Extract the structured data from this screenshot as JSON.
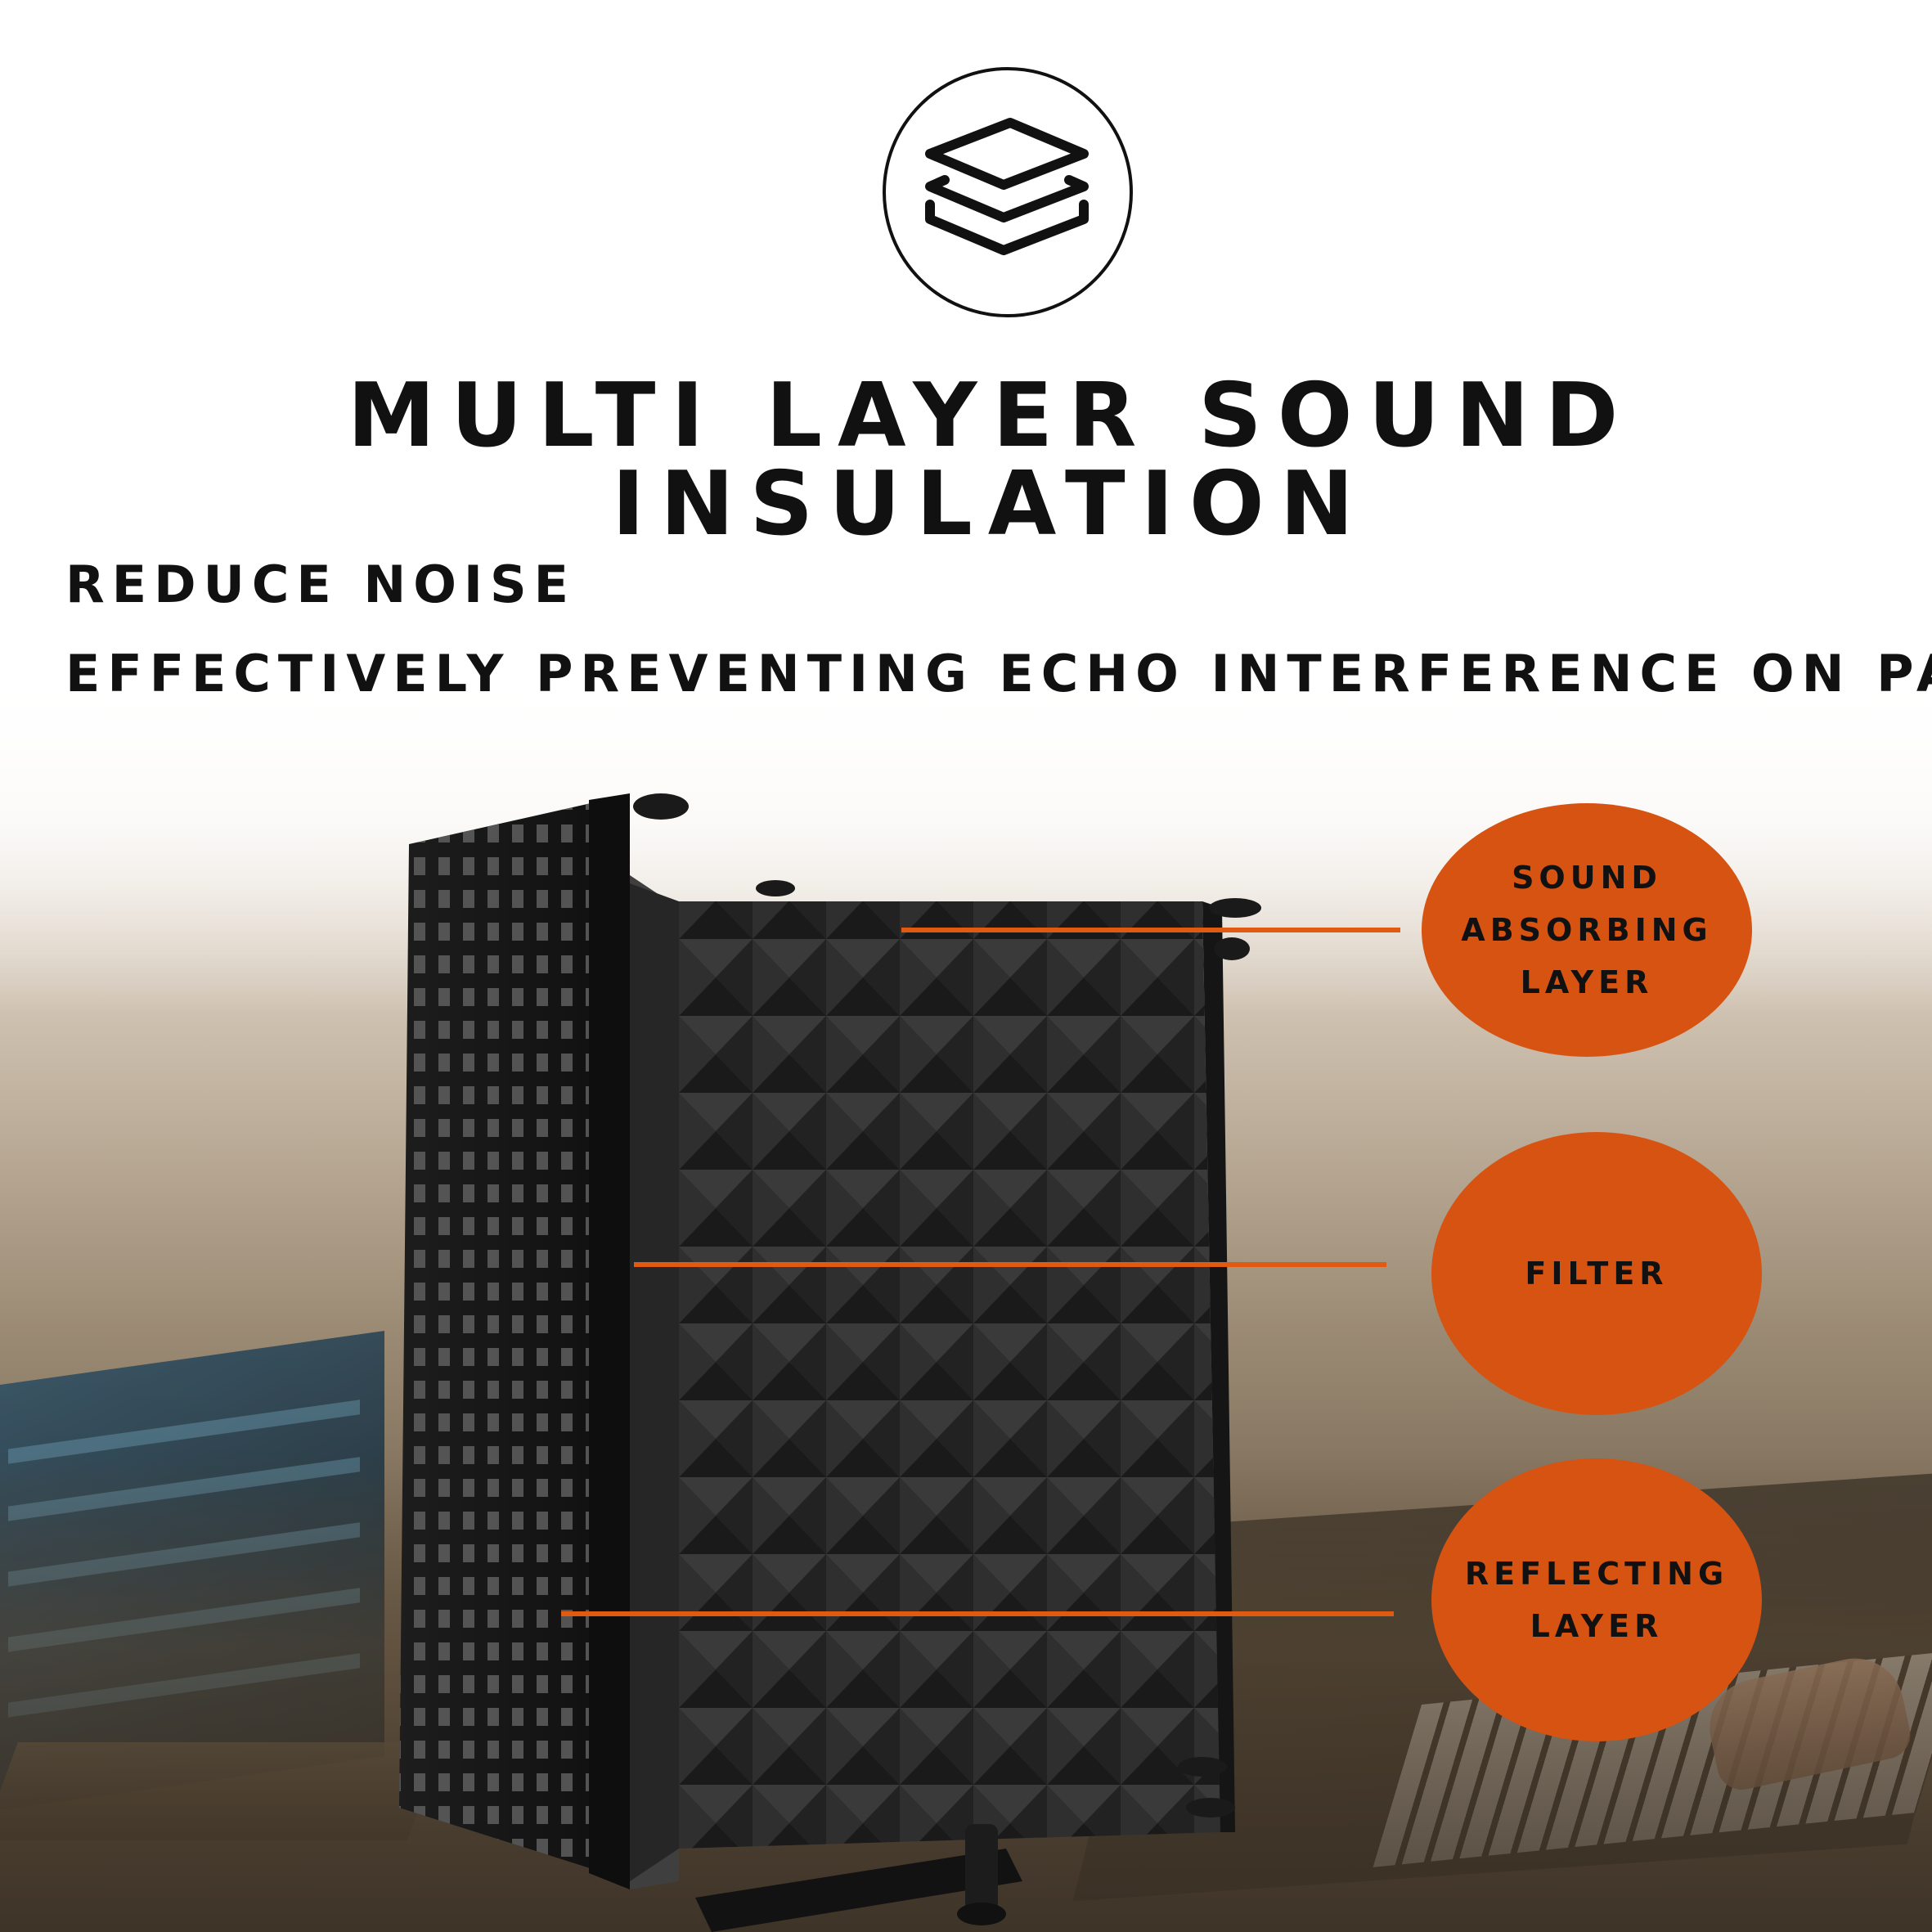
{
  "header": {
    "icon": "layers-icon",
    "title": "MULTI LAYER SOUND INSULATION"
  },
  "subtitles": [
    "REDUCE NOISE",
    "EFFECTIVELY PREVENTING ECHO INTERFERENCE ON PAGERS"
  ],
  "callouts": [
    {
      "label": "SOUND\nABSORBING\nLAYER"
    },
    {
      "label": "FILTER"
    },
    {
      "label": "REFLECTING\nLAYER"
    }
  ],
  "colors": {
    "accent": "#d65312",
    "leader": "#e05a12",
    "text": "#111111"
  }
}
